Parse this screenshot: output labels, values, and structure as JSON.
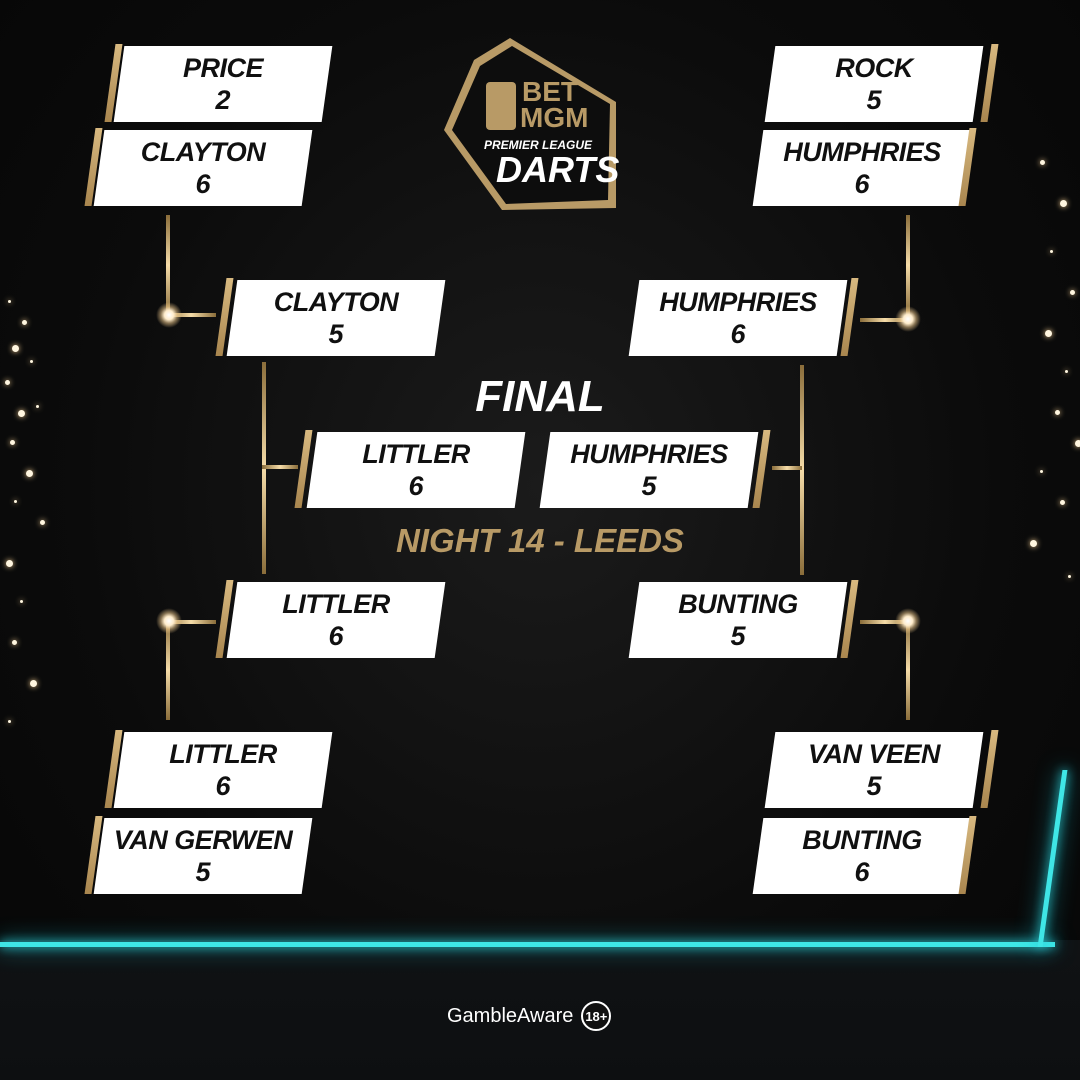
{
  "brand": {
    "logo_bet": "BET",
    "logo_mgm": "MGM",
    "logo_league": "PREMIER LEAGUE",
    "logo_darts": "DARTS",
    "gold": "#b89a66",
    "accent_teal": "#3fe6e6"
  },
  "bracket": {
    "final_label": "FINAL",
    "event_label": "NIGHT 14 - LEEDS",
    "quarterfinals": [
      {
        "player1": {
          "name": "PRICE",
          "score": "2"
        },
        "player2": {
          "name": "CLAYTON",
          "score": "6"
        }
      },
      {
        "player1": {
          "name": "ROCK",
          "score": "5"
        },
        "player2": {
          "name": "HUMPHRIES",
          "score": "6"
        }
      },
      {
        "player1": {
          "name": "LITTLER",
          "score": "6"
        },
        "player2": {
          "name": "VAN GERWEN",
          "score": "5"
        }
      },
      {
        "player1": {
          "name": "VAN VEEN",
          "score": "5"
        },
        "player2": {
          "name": "BUNTING",
          "score": "6"
        }
      }
    ],
    "semifinals": [
      {
        "name": "CLAYTON",
        "score": "5"
      },
      {
        "name": "HUMPHRIES",
        "score": "6"
      },
      {
        "name": "LITTLER",
        "score": "6"
      },
      {
        "name": "BUNTING",
        "score": "5"
      }
    ],
    "final": [
      {
        "name": "LITTLER",
        "score": "6"
      },
      {
        "name": "HUMPHRIES",
        "score": "5"
      }
    ]
  },
  "footer": {
    "gamble_aware": "GambleAware",
    "age_badge": "18+"
  }
}
